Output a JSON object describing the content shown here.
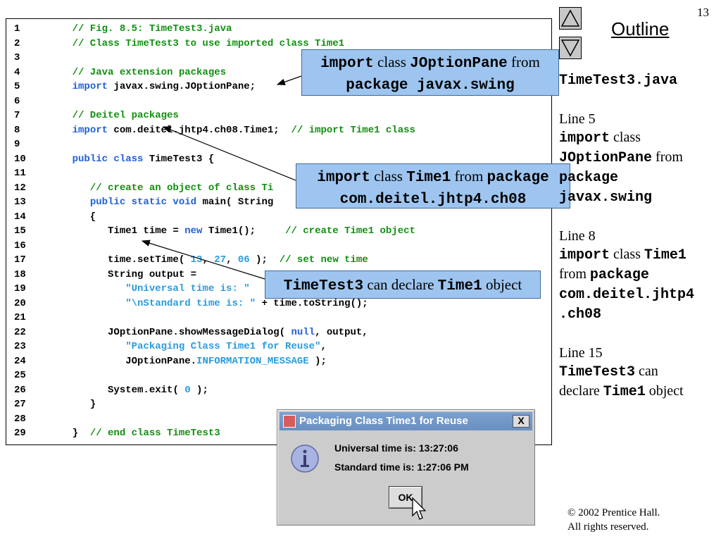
{
  "slide_number": "13",
  "outline": {
    "title": "Outline"
  },
  "nav": {
    "up_icon": "triangle-up-icon",
    "down_icon": "triangle-down-icon"
  },
  "code_lines": [
    {
      "num": "1",
      "tokens": [
        {
          "t": "    // Fig. 8.5: TimeTest3.java",
          "c": "comment"
        }
      ]
    },
    {
      "num": "2",
      "tokens": [
        {
          "t": "    // Class TimeTest3 to use imported class Time1",
          "c": "comment"
        }
      ]
    },
    {
      "num": "3",
      "tokens": []
    },
    {
      "num": "4",
      "tokens": [
        {
          "t": "    // Java extension packages",
          "c": "comment"
        }
      ]
    },
    {
      "num": "5",
      "tokens": [
        {
          "t": "    ",
          "c": "plain"
        },
        {
          "t": "import",
          "c": "keyword"
        },
        {
          "t": " javax.swing.JOptionPane;",
          "c": "plain"
        }
      ]
    },
    {
      "num": "6",
      "tokens": []
    },
    {
      "num": "7",
      "tokens": [
        {
          "t": "    // Deitel packages",
          "c": "comment"
        }
      ]
    },
    {
      "num": "8",
      "tokens": [
        {
          "t": "    ",
          "c": "plain"
        },
        {
          "t": "import",
          "c": "keyword"
        },
        {
          "t": " com.deitel.jhtp4.ch08.Time1;  ",
          "c": "plain"
        },
        {
          "t": "// import Time1 class",
          "c": "comment"
        }
      ]
    },
    {
      "num": "9",
      "tokens": []
    },
    {
      "num": "10",
      "tokens": [
        {
          "t": "    ",
          "c": "plain"
        },
        {
          "t": "public class",
          "c": "keyword"
        },
        {
          "t": " TimeTest3 {",
          "c": "plain"
        }
      ]
    },
    {
      "num": "11",
      "tokens": []
    },
    {
      "num": "12",
      "tokens": [
        {
          "t": "       // create an object of class Ti",
          "c": "comment"
        }
      ]
    },
    {
      "num": "13",
      "tokens": [
        {
          "t": "       ",
          "c": "plain"
        },
        {
          "t": "public static void",
          "c": "keyword"
        },
        {
          "t": " main( String",
          "c": "plain"
        }
      ]
    },
    {
      "num": "14",
      "tokens": [
        {
          "t": "       {",
          "c": "plain"
        }
      ]
    },
    {
      "num": "15",
      "tokens": [
        {
          "t": "          Time1 time = ",
          "c": "plain"
        },
        {
          "t": "new",
          "c": "keyword"
        },
        {
          "t": " Time1();     ",
          "c": "plain"
        },
        {
          "t": "// create Time1 object",
          "c": "comment"
        }
      ]
    },
    {
      "num": "16",
      "tokens": []
    },
    {
      "num": "17",
      "tokens": [
        {
          "t": "          time.setTime( ",
          "c": "plain"
        },
        {
          "t": "13",
          "c": "number"
        },
        {
          "t": ", ",
          "c": "plain"
        },
        {
          "t": "27",
          "c": "number"
        },
        {
          "t": ", ",
          "c": "plain"
        },
        {
          "t": "06",
          "c": "number"
        },
        {
          "t": " );  ",
          "c": "plain"
        },
        {
          "t": "// set new time",
          "c": "comment"
        }
      ]
    },
    {
      "num": "18",
      "tokens": [
        {
          "t": "          String output =",
          "c": "plain"
        }
      ]
    },
    {
      "num": "19",
      "tokens": [
        {
          "t": "             ",
          "c": "plain"
        },
        {
          "t": "\"Universal time is: \"",
          "c": "string"
        }
      ]
    },
    {
      "num": "20",
      "tokens": [
        {
          "t": "             ",
          "c": "plain"
        },
        {
          "t": "\"\\nStandard time is: \"",
          "c": "string"
        },
        {
          "t": " + time.toString();",
          "c": "plain"
        }
      ]
    },
    {
      "num": "21",
      "tokens": []
    },
    {
      "num": "22",
      "tokens": [
        {
          "t": "          JOptionPane.showMessageDialog( ",
          "c": "plain"
        },
        {
          "t": "null",
          "c": "keyword"
        },
        {
          "t": ", output,",
          "c": "plain"
        }
      ]
    },
    {
      "num": "23",
      "tokens": [
        {
          "t": "             ",
          "c": "plain"
        },
        {
          "t": "\"Packaging Class Time1 for Reuse\"",
          "c": "string"
        },
        {
          "t": ",",
          "c": "plain"
        }
      ]
    },
    {
      "num": "24",
      "tokens": [
        {
          "t": "             JOptionPane.",
          "c": "plain"
        },
        {
          "t": "INFORMATION_MESSAGE",
          "c": "string"
        },
        {
          "t": " );",
          "c": "plain"
        }
      ]
    },
    {
      "num": "25",
      "tokens": []
    },
    {
      "num": "26",
      "tokens": [
        {
          "t": "          System.exit( ",
          "c": "plain"
        },
        {
          "t": "0",
          "c": "number"
        },
        {
          "t": " );",
          "c": "plain"
        }
      ]
    },
    {
      "num": "27",
      "tokens": [
        {
          "t": "       }",
          "c": "plain"
        }
      ]
    },
    {
      "num": "28",
      "tokens": []
    },
    {
      "num": "29",
      "tokens": [
        {
          "t": "    }  ",
          "c": "plain"
        },
        {
          "t": "// end class TimeTest3",
          "c": "comment"
        }
      ]
    }
  ],
  "callouts": {
    "joptionpane": {
      "kw": "import",
      "t1": " class ",
      "m1": "JOptionPane",
      "t2": " from",
      "m2": "package javax.swing"
    },
    "time1": {
      "kw": "import",
      "t1": " class ",
      "m1": "Time1",
      "t2": " from ",
      "m2": "package",
      "m3": "com.deitel.jhtp4.ch08"
    },
    "declare": {
      "m1": "TimeTest3",
      "t1": " can declare ",
      "m2": "Time1",
      "t2": " object"
    }
  },
  "side": {
    "file": "TimeTest3.java",
    "line5": {
      "label": "Line 5",
      "kw": "import",
      "t1": " class",
      "m1": "JOptionPane",
      "t2": " from",
      "m2": "package",
      "m3": "javax.swing"
    },
    "line8": {
      "label": "Line 8",
      "kw": "import",
      "t1": " class ",
      "m1": "Time1",
      "t2": "from ",
      "m2": "package",
      "m3": "com.deitel.jhtp4",
      "m4": ".ch08"
    },
    "line15": {
      "label": "Line 15",
      "m1": "TimeTest3",
      "t1": " can",
      "t2": "declare ",
      "m2": "Time1",
      "t3": " object"
    }
  },
  "dialog": {
    "title": "Packaging Class Time1 for Reuse",
    "close_label": "X",
    "message_line1": "Universal time is: 13:27:06",
    "message_line2": "Standard time is: 1:27:06 PM",
    "ok_label": "OK",
    "info_icon": "information-icon",
    "close_icon": "close-icon"
  },
  "footer": {
    "line1": "© 2002 Prentice Hall.",
    "line2": "All rights reserved."
  },
  "colors": {
    "callout_bg": "#9ec5f0",
    "comment": "#118f11",
    "keyword": "#2060d8",
    "literal": "#2a9bdc",
    "titlebar": "#6a8fc0"
  }
}
